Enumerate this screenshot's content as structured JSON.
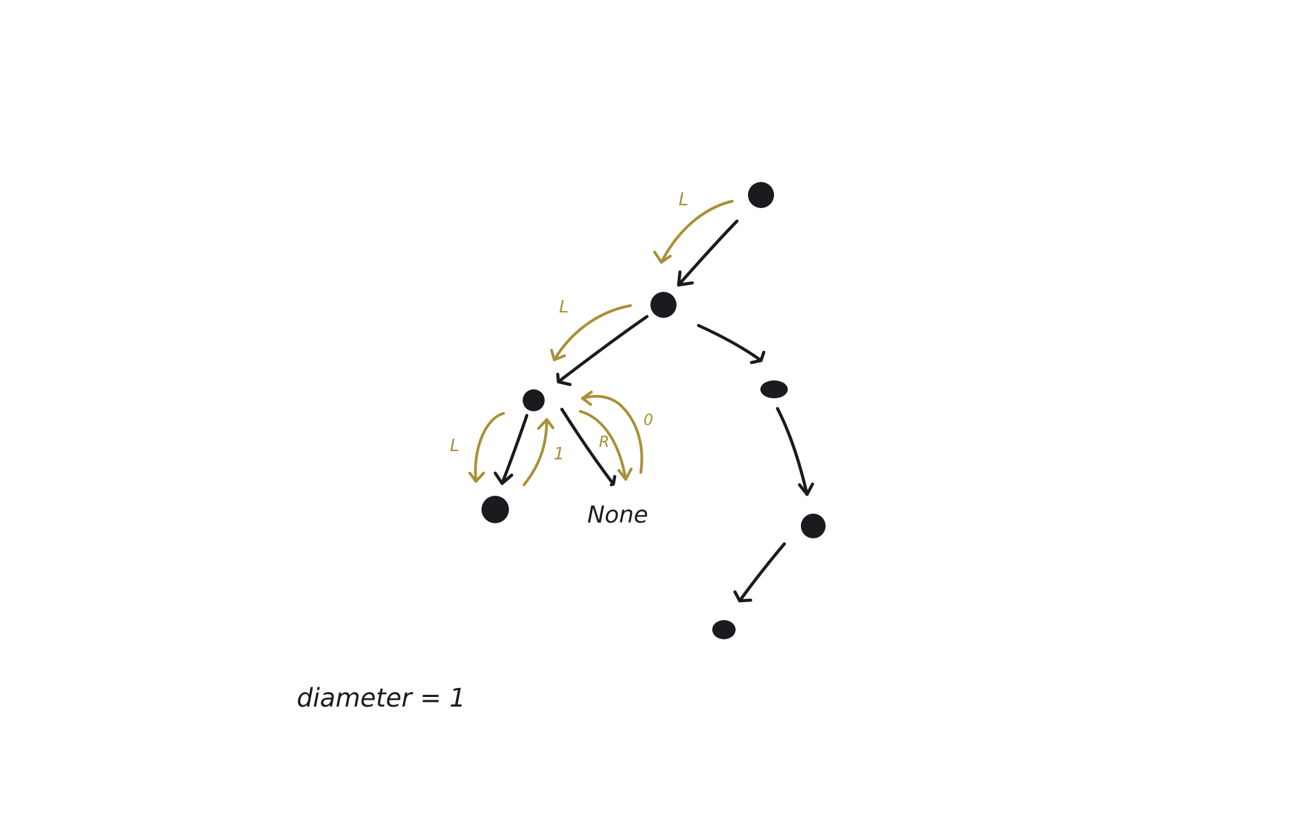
{
  "colors": {
    "background": "#ffffff",
    "ink": "#1b1b1f",
    "annotation": "#a89035"
  },
  "labels": {
    "root_left_step": "L",
    "second_left_step": "L",
    "leaf_left_step": "L",
    "leaf_return_value": "1",
    "right_step": "R",
    "right_return_value": "0",
    "none_label": "None",
    "result": "diameter = 1"
  }
}
